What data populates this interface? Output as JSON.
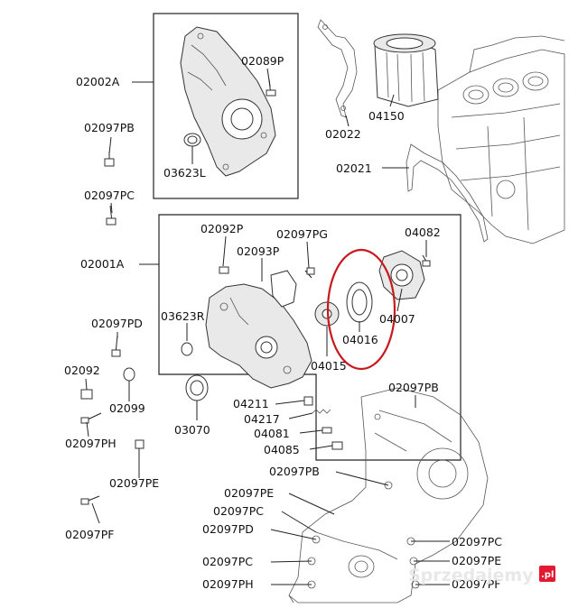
{
  "labels": {
    "l02002A": "02002A",
    "l02089P": "02089P",
    "l02097PB_1": "02097PB",
    "l03623L": "03623L",
    "l02097PC_1": "02097PC",
    "l02022": "02022",
    "l04150": "04150",
    "l02021": "02021",
    "l02092P": "02092P",
    "l02093P": "02093P",
    "l02097PG": "02097PG",
    "l04082": "04082",
    "l02001A": "02001A",
    "l03623R": "03623R",
    "l04007": "04007",
    "l04016": "04016",
    "l04015": "04015",
    "l02097PD_1": "02097PD",
    "l02092": "02092",
    "l02099": "02099",
    "l03070": "03070",
    "l04211": "04211",
    "l04217": "04217",
    "l04081": "04081",
    "l04085": "04085",
    "l02097PH_1": "02097PH",
    "l02097PE_1": "02097PE",
    "l02097PB_2": "02097PB",
    "l02097PB_3": "02097PB",
    "l02097PE_2": "02097PE",
    "l02097PC_2": "02097PC",
    "l02097PD_2": "02097PD",
    "l02097PF": "02097PF",
    "l02097PC_3": "02097PC",
    "l02097PH_2": "02097PH",
    "l02097PC_4": "02097PC",
    "l02097PE_3": "02097PE",
    "l02097PF_2": "02097PF"
  },
  "watermark": {
    "text": "Sprzedajemy",
    "suffix": ".pl"
  },
  "colors": {
    "highlight_circle": "#c8191e",
    "watermark_badge": "#e2001a"
  }
}
